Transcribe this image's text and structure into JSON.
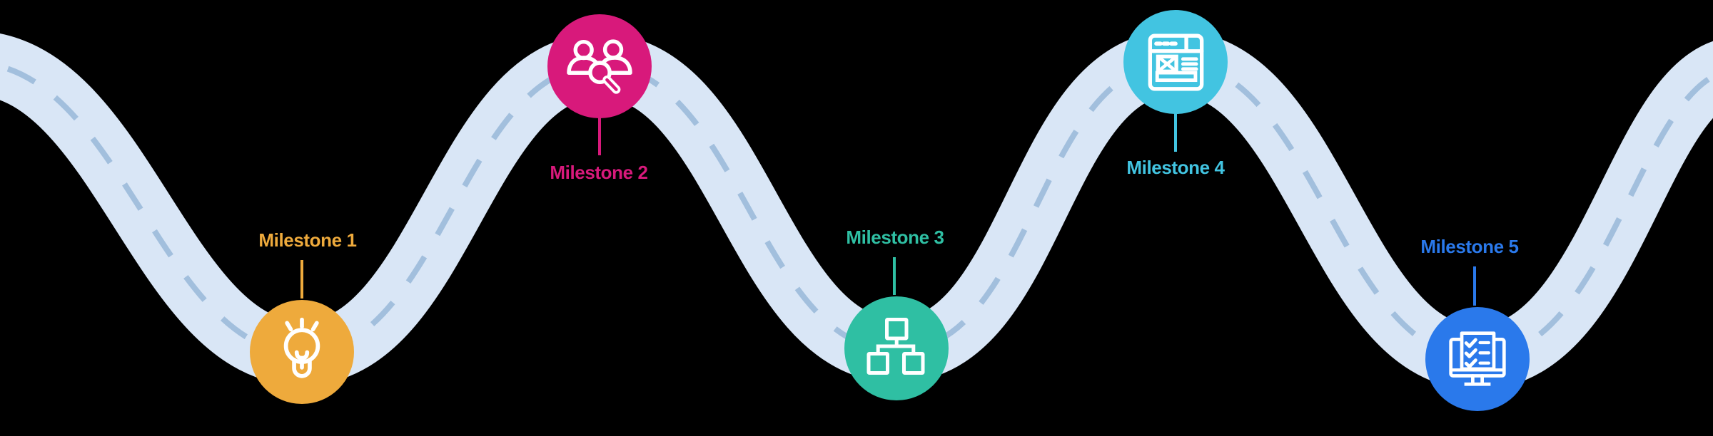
{
  "background": "#000000",
  "road": {
    "surface_color": "#D9E6F6",
    "dash_color": "#A2BFDD"
  },
  "milestones": [
    {
      "label": "Milestone 1",
      "color": "#EEAA3C",
      "icon": "lightbulb-idea-icon",
      "marker_position": "bottom",
      "label_position": "above"
    },
    {
      "label": "Milestone 2",
      "color": "#D8197B",
      "icon": "people-search-icon",
      "marker_position": "top",
      "label_position": "below"
    },
    {
      "label": "Milestone 3",
      "color": "#2FBFA3",
      "icon": "org-chart-icon",
      "marker_position": "bottom",
      "label_position": "above"
    },
    {
      "label": "Milestone 4",
      "color": "#42C4E1",
      "icon": "newspaper-webpage-icon",
      "marker_position": "top",
      "label_position": "below"
    },
    {
      "label": "Milestone 5",
      "color": "#2A79EB",
      "icon": "checklist-monitor-icon",
      "marker_position": "bottom",
      "label_position": "above"
    }
  ]
}
